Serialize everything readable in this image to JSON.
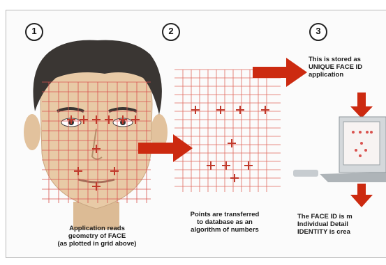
{
  "steps": [
    {
      "number": "1",
      "caption": [
        "Application reads",
        "geometry of FACE",
        "(as plotted in grid above)"
      ]
    },
    {
      "number": "2",
      "caption": [
        "Points are transferred",
        "to database as an",
        "algorithm of numbers"
      ]
    },
    {
      "number": "3",
      "caption_top": [
        "This is stored as",
        "UNIQUE FACE ID",
        "application"
      ],
      "caption_bottom": [
        "The FACE ID is m",
        "Individual Detail",
        "IDENTITY is crea"
      ]
    }
  ],
  "colors": {
    "grid": "#d9534f",
    "arrow": "#cc2a10",
    "plus": "#c0392b",
    "skin": "#e8caa6",
    "hair": "#3a3633"
  },
  "icons": [
    "face-illustration",
    "point-grid",
    "computer-monitor",
    "right-arrow",
    "down-arrow"
  ]
}
